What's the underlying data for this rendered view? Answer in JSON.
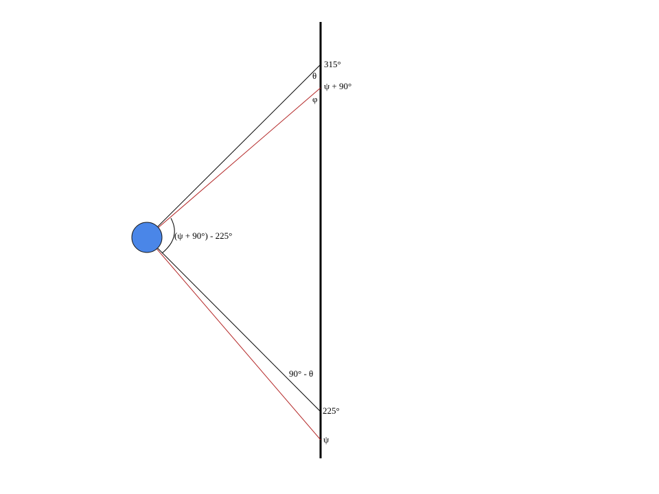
{
  "labels": {
    "top_angle": "315°",
    "psi_plus_90": "ψ + 90°",
    "theta": "θ",
    "phi": "φ",
    "center_angle": "(ψ + 90°) - 225°",
    "ninety_minus_theta": "90° - θ",
    "bottom_angle": "225°",
    "psi": "ψ"
  },
  "colors": {
    "wall": "#000000",
    "black_ray": "#000000",
    "red_ray": "#b22222",
    "circle_fill": "#4a86e8",
    "circle_stroke": "#1a1a1a"
  }
}
